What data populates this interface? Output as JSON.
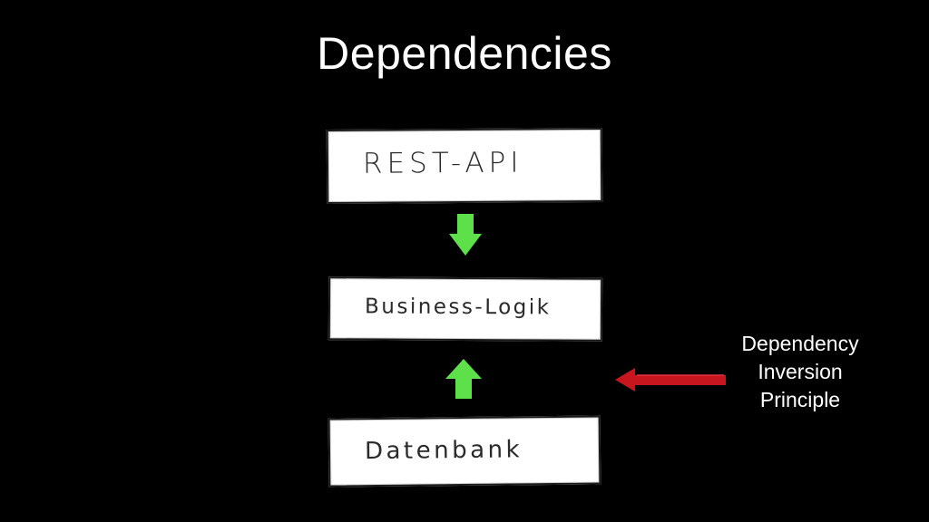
{
  "slide": {
    "title": "Dependencies"
  },
  "diagram": {
    "layers": [
      {
        "label": "REST-API"
      },
      {
        "label": "Business-Logik"
      },
      {
        "label": "Datenbank"
      }
    ],
    "annotation": {
      "lines": [
        "Dependency",
        "Inversion",
        "Principle"
      ]
    },
    "colors": {
      "background": "#000000",
      "box": "#ffffff",
      "dependency_arrow": "#5ee04a",
      "highlight_arrow": "#c8161e"
    }
  }
}
